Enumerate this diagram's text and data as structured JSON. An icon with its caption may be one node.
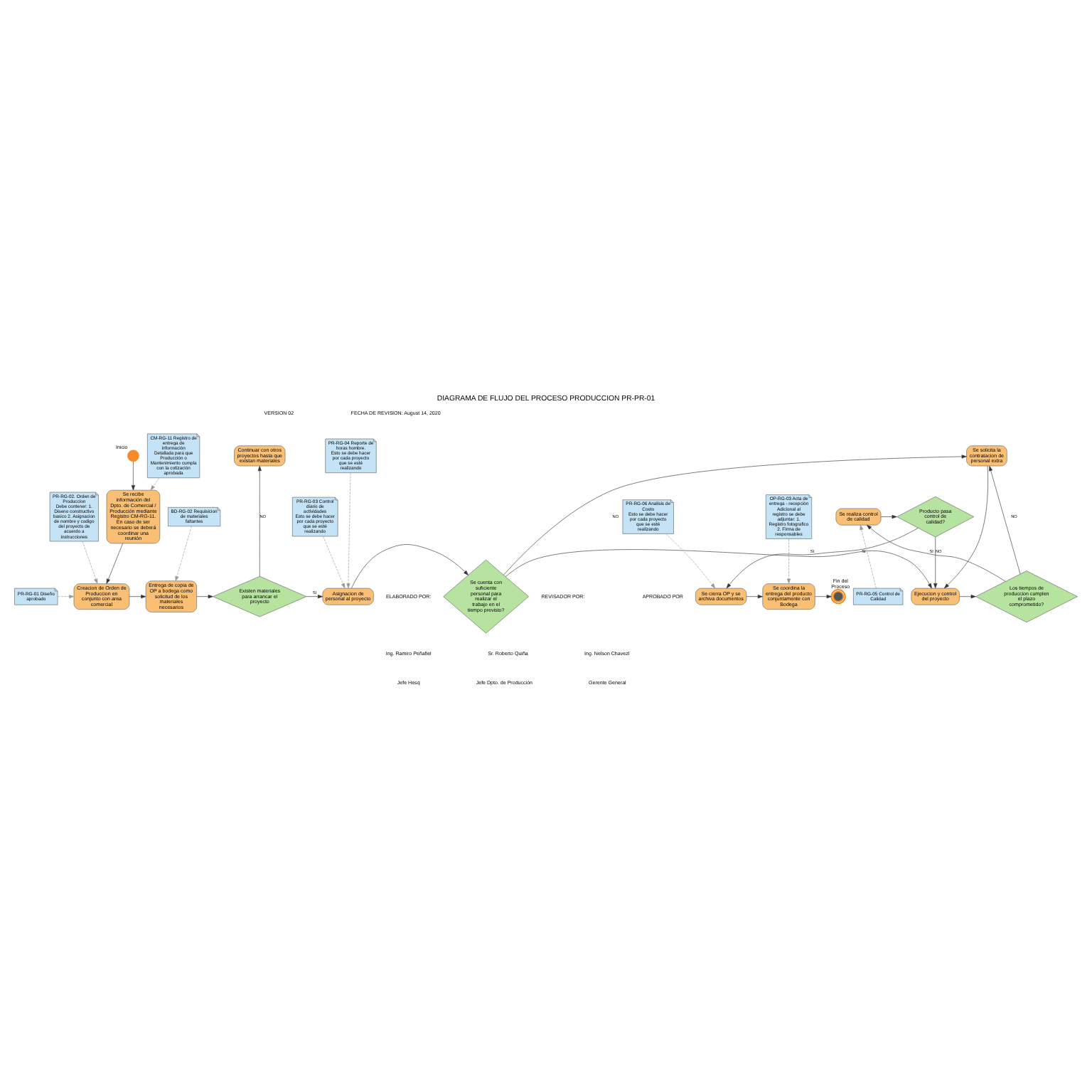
{
  "diagram": {
    "title": "DIAGRAMA DE FLUJO DEL PROCESO PRODUCCION PR-PR-01",
    "nodes": [
      {
        "text": [
          "Inicio"
        ]
      },
      {
        "text": [
          "Se recibe información del Dpto. de Comercial / Producción mediante Registro CM-RG-11. En caso de ser necesario se deberá coordinar una reunión"
        ]
      },
      {
        "text": [
          "CM-RG-11 Registro de entrega de información",
          "Detallada para que Producción o Mantenimiento cumpla con la cotización aprobada"
        ]
      },
      {
        "text": [
          "PR-RG-01 Diseño aprobado"
        ]
      },
      {
        "text": [
          "Creacion de Orden de Produccion en conjunto con area comercial"
        ]
      },
      {
        "text": [
          "Entrega de copia de OP a bodega como solicitud de los materiales necesarios"
        ]
      },
      {
        "text": [
          "PR-RG-02. Orden de Produccion",
          "Debe contener: 1. Diseno constructivo basico 2. Asignacion de nombre y codigo del proyecto de acuerdo a instrucciones"
        ]
      },
      {
        "text": [
          "BD-RG-02 Requisicion de materiales faltantes"
        ]
      },
      {
        "text": [
          "Continuar con otros proyectos hasta que existan materiales"
        ]
      },
      {
        "text": [
          "Existen materiales para arrancar el proyecto"
        ]
      },
      {
        "text": [
          "PR-RG-04 Reporte de horas hombre.",
          "Esto se debe hacer por cada proyecto que se esté realizando"
        ]
      },
      {
        "text": [
          "Asignacion de personal al proyecto"
        ]
      },
      {
        "text": [
          "PR-RG-03 Control diario de actividades",
          "Esto se debe hacer por cada proyecto que se esté realizando"
        ]
      },
      {
        "text": [
          "Se solicita la contratacion de personal extra"
        ]
      },
      {
        "text": [
          "Se cuenta con suficiente personal para realizar el trabajo en el tiempo previsto?"
        ]
      },
      {
        "text": [
          "OP-RG-03 Acta de entrega - recepción",
          "Adicional al registro se debe adjuntar: 1. Registro fotografico 2. Firma de responsables"
        ]
      },
      {
        "text": [
          "Ejecucion y control del proyecto"
        ]
      },
      {
        "text": [
          "Los tiempos de produccion cumplen el plazo comprometido?"
        ]
      },
      {
        "text": [
          "Producto pasa control de calidad?"
        ]
      },
      {
        "text": [
          "Se realiza control de calidad"
        ]
      },
      {
        "text": [
          "Se coordina la entrega del producto conjuntamente con Bodega"
        ]
      },
      {
        "text": [
          "Se cierra OP y se archiva documentos"
        ]
      },
      {
        "text": [
          "PR-RG-05 Control de Calidad"
        ]
      },
      {
        "text": [
          "PR-RG-06 Analisis de Costo",
          "Esto se debe hacer por cada proyecto que se esté realizando"
        ]
      },
      {
        "text": [
          "Fin del Proceso"
        ]
      }
    ],
    "edges": [
      {
        "from": 0,
        "to": 1,
        "arrow": "to"
      },
      {
        "from": 2,
        "to": 1,
        "arrow": "to",
        "style": "dashed",
        "color": "#999999"
      },
      {
        "from": 1,
        "to": 4,
        "arrow": "to"
      },
      {
        "from": 3,
        "to": 4,
        "arrow": "to",
        "style": "dashed",
        "color": "#999999"
      },
      {
        "from": 6,
        "to": 4,
        "arrow": "to",
        "style": "dashed",
        "color": "#999999"
      },
      {
        "from": 4,
        "to": 5,
        "arrow": "to"
      },
      {
        "from": 7,
        "to": 5,
        "arrow": "to",
        "style": "dashed",
        "color": "#999999"
      },
      {
        "from": 5,
        "to": 9,
        "arrow": "to"
      },
      {
        "from": 9,
        "to": 8,
        "arrow": "to",
        "label": "NO"
      },
      {
        "from": 9,
        "to": 11,
        "arrow": "to",
        "label": "SI"
      },
      {
        "from": 10,
        "to": 11,
        "arrow": "to",
        "style": "dashed",
        "color": "#999999"
      },
      {
        "from": 12,
        "to": 11,
        "arrow": "to",
        "style": "dashed",
        "color": "#999999"
      },
      {
        "from": 11,
        "to": 14,
        "arrow": "to"
      },
      {
        "from": 14,
        "to": 13,
        "arrow": "to",
        "label": "NO"
      },
      {
        "from": 14,
        "to": 16,
        "arrow": "to",
        "label": "SI"
      },
      {
        "from": 13,
        "to": 16,
        "arrow": "to"
      },
      {
        "from": 16,
        "to": 17,
        "arrow": "to"
      },
      {
        "from": 17,
        "to": 13,
        "arrow": "to",
        "label": "NO"
      },
      {
        "from": 17,
        "to": 19,
        "arrow": "to",
        "label": "SI"
      },
      {
        "from": 22,
        "to": 19,
        "arrow": "to",
        "style": "dashed",
        "color": "#999999"
      },
      {
        "from": 19,
        "to": 18,
        "arrow": "to"
      },
      {
        "from": 18,
        "to": 16,
        "arrow": "to",
        "label": "NO"
      },
      {
        "from": 18,
        "to": 21,
        "arrow": "to",
        "label": "SI"
      },
      {
        "from": 23,
        "to": 21,
        "arrow": "to",
        "style": "dashed",
        "color": "#999999"
      },
      {
        "from": 21,
        "to": 20,
        "arrow": "to"
      },
      {
        "from": 15,
        "to": 20,
        "arrow": "to",
        "style": "dashed",
        "color": "#999999"
      },
      {
        "from": 20,
        "to": 24,
        "arrow": "to"
      }
    ],
    "labels": [
      "VERSION 02",
      "FECHA DE REVISION: August 14, 2020",
      "ELABORADO POR:",
      "REVISADOR POR:",
      "APROBADO POR",
      "Ing. Ramiro Peñafiel",
      "Sr. Roberto Quiña",
      "Ing. Nelson Chavezl",
      "Jefe Hesq",
      "Jefe Dpto. de Producción",
      "Gerente General"
    ]
  }
}
